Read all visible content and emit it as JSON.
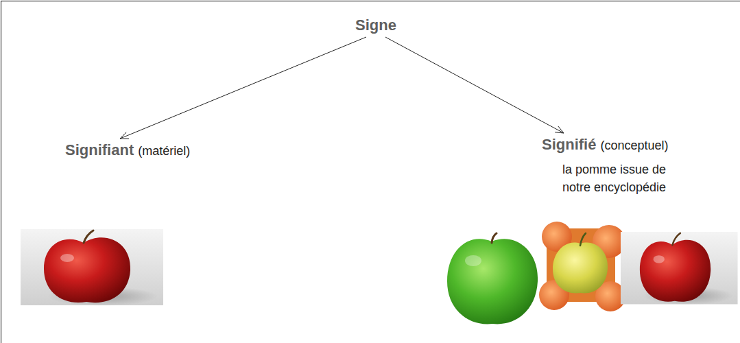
{
  "diagram": {
    "nodes": [
      {
        "text": [
          "Signe"
        ]
      },
      {
        "text": [
          "Signifiant",
          "(matériel)"
        ]
      },
      {
        "text": [
          "Signifié",
          "(conceptuel)",
          "la pomme issue de notre encyclopédie"
        ]
      }
    ],
    "edges": [
      {
        "from": 0,
        "to": 1,
        "arrow": "to"
      },
      {
        "from": 0,
        "to": 2,
        "arrow": "to"
      }
    ]
  }
}
